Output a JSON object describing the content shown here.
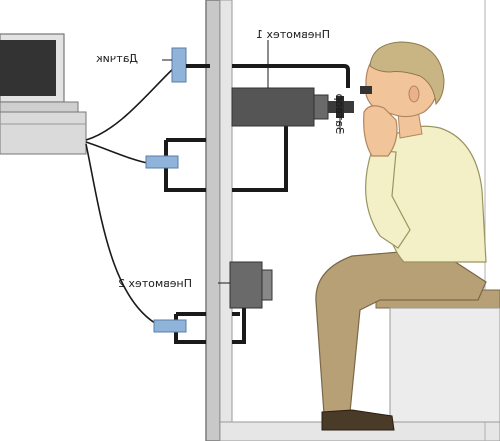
{
  "labels": {
    "sensor": "Датчик",
    "pneumotach1": "Пневмотех 1",
    "pneumotach2": "Пневмотех 2",
    "shutter": "Затвор"
  },
  "colors": {
    "chamber_wall": "#8a8a8a",
    "sensor_block": "#8fb3d9",
    "pneumotach_body": "#555555",
    "shirt": "#f3f0c8",
    "skin": "#f2c49a",
    "hair": "#c9b483",
    "trousers": "#b8a076",
    "cable": "#1a1a1a"
  }
}
